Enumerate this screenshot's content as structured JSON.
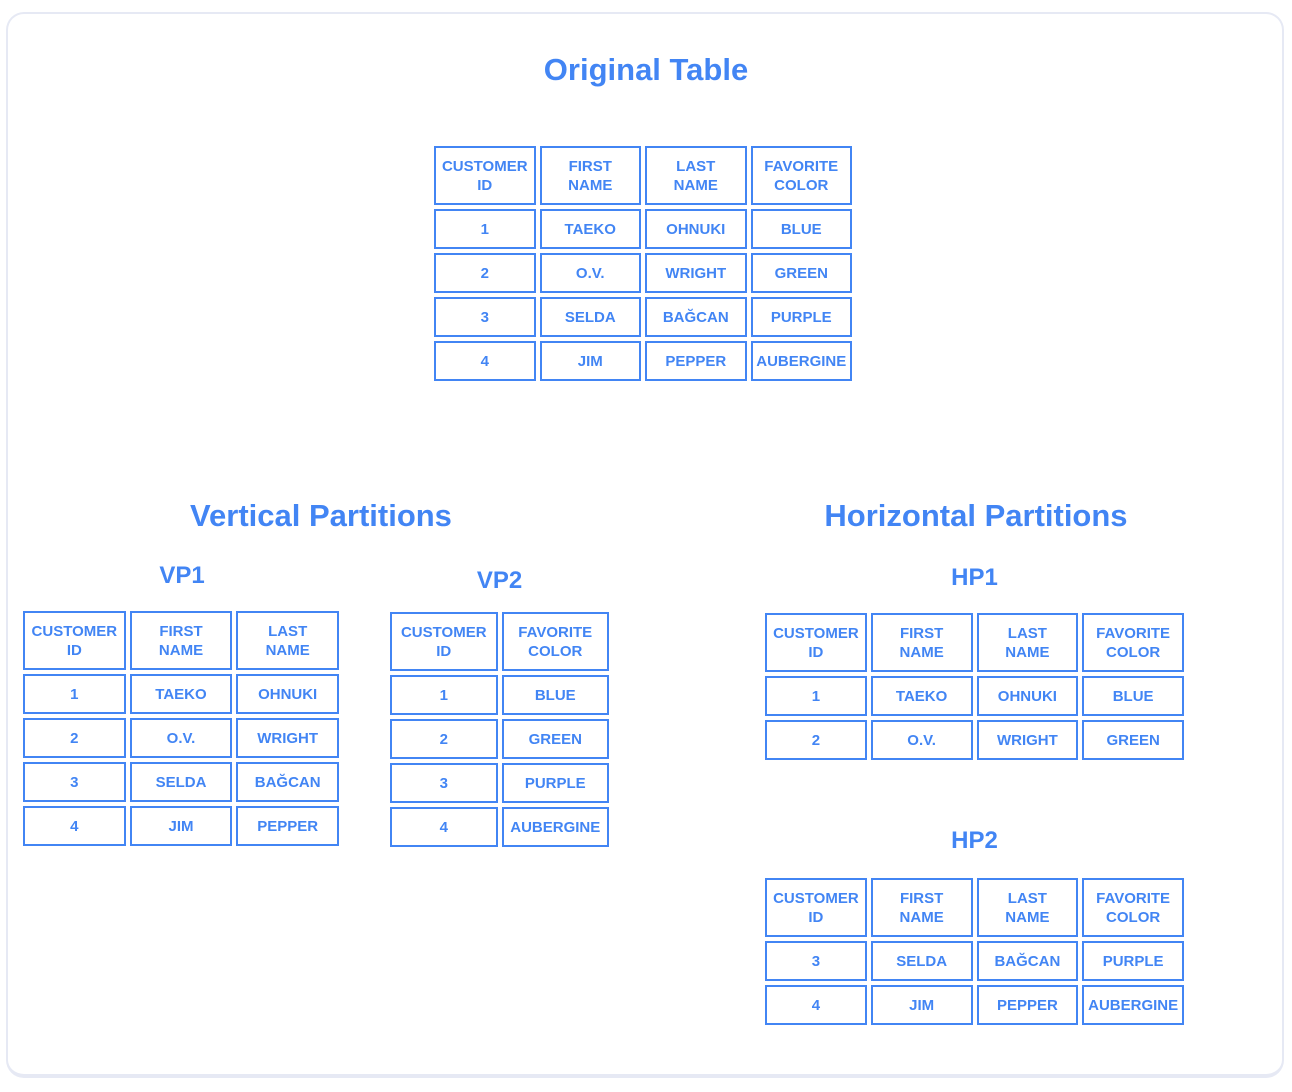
{
  "colors": {
    "accent": "#4285f4",
    "card_border": "#e6e9f4",
    "background": "#ffffff"
  },
  "sections": {
    "original": {
      "title": "Original Table"
    },
    "vertical": {
      "title": "Vertical Partitions",
      "vp1_label": "VP1",
      "vp2_label": "VP2"
    },
    "horizontal": {
      "title": "Horizontal Partitions",
      "hp1_label": "HP1",
      "hp2_label": "HP2"
    }
  },
  "tables": {
    "original": {
      "headers": [
        "CUSTOMER\nID",
        "FIRST\nNAME",
        "LAST\nNAME",
        "FAVORITE\nCOLOR"
      ],
      "rows": [
        [
          "1",
          "TAEKO",
          "OHNUKI",
          "BLUE"
        ],
        [
          "2",
          "O.V.",
          "WRIGHT",
          "GREEN"
        ],
        [
          "3",
          "SELDA",
          "BAĞCAN",
          "PURPLE"
        ],
        [
          "4",
          "JIM",
          "PEPPER",
          "AUBERGINE"
        ]
      ]
    },
    "vp1": {
      "headers": [
        "CUSTOMER\nID",
        "FIRST\nNAME",
        "LAST\nNAME"
      ],
      "rows": [
        [
          "1",
          "TAEKO",
          "OHNUKI"
        ],
        [
          "2",
          "O.V.",
          "WRIGHT"
        ],
        [
          "3",
          "SELDA",
          "BAĞCAN"
        ],
        [
          "4",
          "JIM",
          "PEPPER"
        ]
      ]
    },
    "vp2": {
      "headers": [
        "CUSTOMER\nID",
        "FAVORITE\nCOLOR"
      ],
      "rows": [
        [
          "1",
          "BLUE"
        ],
        [
          "2",
          "GREEN"
        ],
        [
          "3",
          "PURPLE"
        ],
        [
          "4",
          "AUBERGINE"
        ]
      ]
    },
    "hp1": {
      "headers": [
        "CUSTOMER\nID",
        "FIRST\nNAME",
        "LAST\nNAME",
        "FAVORITE\nCOLOR"
      ],
      "rows": [
        [
          "1",
          "TAEKO",
          "OHNUKI",
          "BLUE"
        ],
        [
          "2",
          "O.V.",
          "WRIGHT",
          "GREEN"
        ]
      ]
    },
    "hp2": {
      "headers": [
        "CUSTOMER\nID",
        "FIRST\nNAME",
        "LAST\nNAME",
        "FAVORITE\nCOLOR"
      ],
      "rows": [
        [
          "3",
          "SELDA",
          "BAĞCAN",
          "PURPLE"
        ],
        [
          "4",
          "JIM",
          "PEPPER",
          "AUBERGINE"
        ]
      ]
    }
  }
}
